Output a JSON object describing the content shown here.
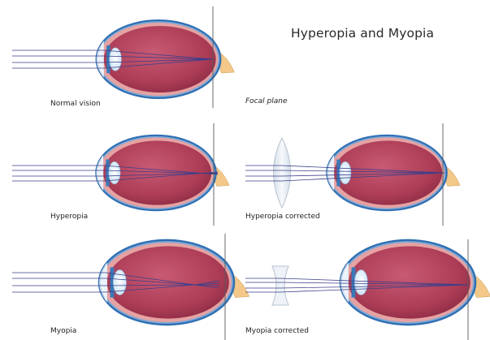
{
  "title": "Hyperopia and Myopia",
  "labels": {
    "normal": "Normal vision",
    "focal_plane": "Focal plane",
    "hyperopia": "Hyperopia",
    "hyperopia_corrected": "Hyperopia corrected",
    "myopia": "Myopia",
    "myopia_corrected": "Myopia corrected"
  },
  "colors": {
    "eye_interior": "#b0405a",
    "sclera_outer": "#2f6fb3",
    "sclera_inner": "#e6a2a2",
    "lens": "#d9ecfa",
    "optic_nerve": "#f3c888",
    "ray": "#3b3f8a",
    "focal_line": "#5a5a5a"
  },
  "icons": [
    "eye-icon",
    "convex-lens-icon",
    "concave-lens-icon"
  ]
}
